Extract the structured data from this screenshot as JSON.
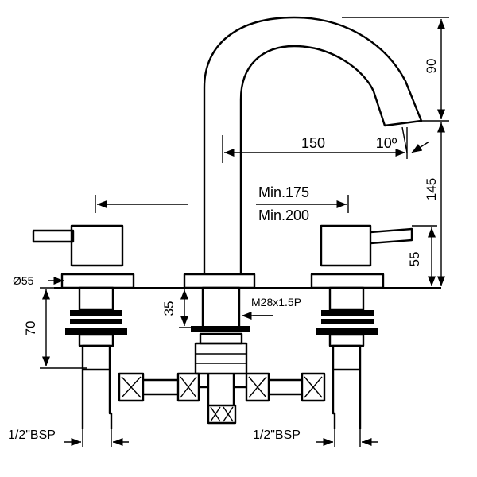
{
  "dimensions": {
    "spout_height": "90",
    "overall_height": "145",
    "handle_height": "55",
    "spout_reach": "150",
    "spout_angle": "10º",
    "min_centers_1": "Min.175",
    "min_centers_2": "Min.200",
    "base_diameter": "Ø55",
    "shank_length": "70",
    "spout_shank": "35",
    "thread": "M28x1.5P",
    "left_inlet": "1/2\"BSP",
    "right_inlet": "1/2\"BSP"
  }
}
